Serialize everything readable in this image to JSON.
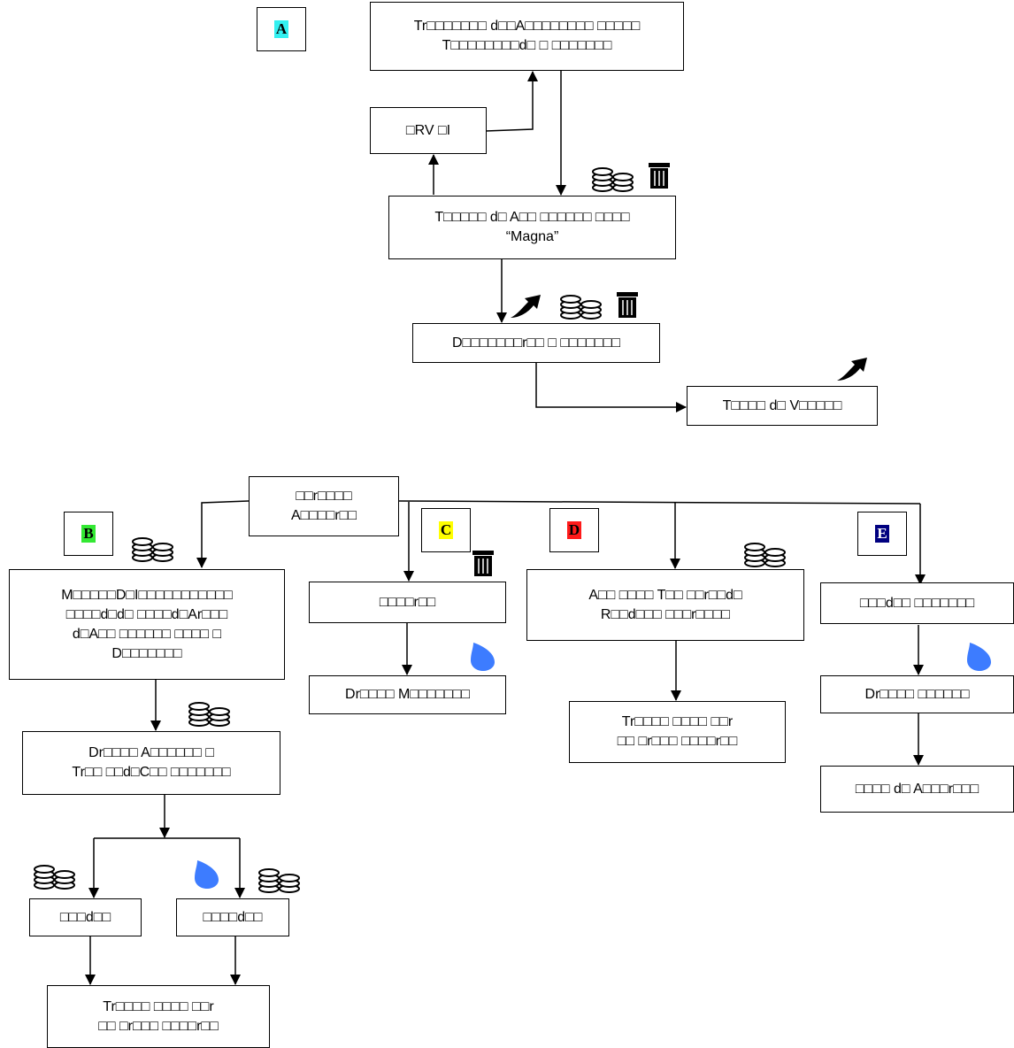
{
  "colors": {
    "tag_A": "#33f0f0",
    "tag_B": "#33e833",
    "tag_C": "#ffff00",
    "tag_D": "#ff1a1a",
    "tag_E": "#000080",
    "tag_E_text": "#ffffff",
    "water": "#3d7cff",
    "line": "#000000"
  },
  "tags": {
    "A": "A",
    "B": "B",
    "C": "C",
    "D": "D",
    "E": "E"
  },
  "nodes": {
    "A_top": "Tr□□□□□□□ d□□A□□□□□□□□ □□□□□\nT□□□□□□□□d□ □ □□□□□□□",
    "A_rvl": "□RV □I",
    "A_magna": "T□□□□□ d□ A□□ □□□□□□ □□□□\n“Magna”",
    "A_dist": "D□□□□□□□r□□ □ □□□□□□□",
    "A_venda": "T□□□□ d□ V□□□□□",
    "root": "□□r□□□□\nA□□□□r□□",
    "B1": "M□□□□□D□I□□□□□□□□□□□\n□□□□d□d□ □□□□d□Ar□□□\nd□A□□ □□□□□□ □□□□ □\nD□□□□□□□",
    "B2": "Dr□□□□ A□□□□□□ □\nTr□□ □□d□C□□ □□□□□□□",
    "B3": "□□□d□□",
    "B4": "□□□□d□□",
    "B5": "Tr□□□□ □□□□ □□r\n□□ □r□□□ □□□□r□□",
    "C1": "□□□□r□□",
    "C2": "Dr□□□□ M□□□□□□□",
    "D1": "A□□ □□□□ T□□ □□r□□d□\nR□□d□□□ □□□r□□□□",
    "D2": "Tr□□□□ □□□□ □□r\n□□ □r□□□ □□□□r□□",
    "E1": "□□□d□□ □□□□□□□",
    "E2": "Dr□□□□ □□□□□□",
    "E3": "□□□□ d□ A□□□r□□□"
  },
  "icons": [
    "coins-icon",
    "trash-bin-icon",
    "recycle-arrow-icon",
    "water-drop-icon"
  ]
}
